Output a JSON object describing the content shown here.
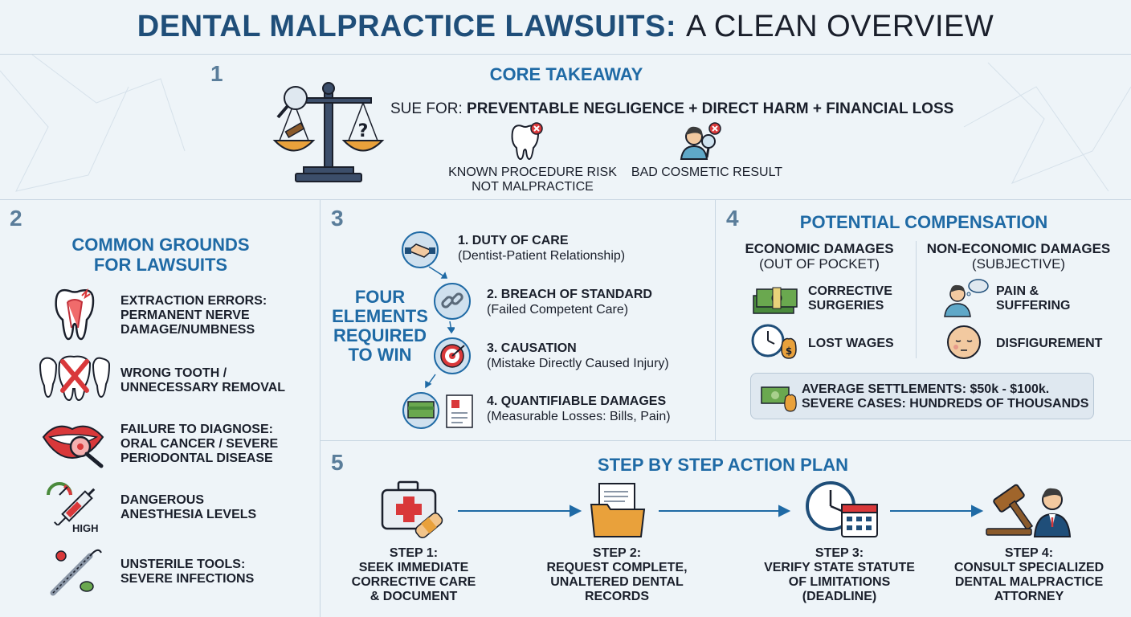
{
  "title": {
    "main": "DENTAL MALPRACTICE LAWSUITS:",
    "sub": "A CLEAN OVERVIEW"
  },
  "section1": {
    "number": "1",
    "heading": "CORE TAKEAWAY",
    "sue_prefix": "SUE FOR:",
    "sue_bold": "PREVENTABLE NEGLIGENCE + DIRECT HARM + FINANCIAL LOSS",
    "exclusion1_line1": "KNOWN PROCEDURE RISK",
    "exclusion1_line2": "NOT MALPRACTICE",
    "exclusion2": "BAD COSMETIC RESULT"
  },
  "section2": {
    "number": "2",
    "heading_line1": "COMMON GROUNDS",
    "heading_line2": "FOR LAWSUITS",
    "items": [
      {
        "line1": "EXTRACTION ERRORS:",
        "line2": "PERMANENT NERVE",
        "line3": "DAMAGE/NUMBNESS"
      },
      {
        "line1": "WRONG TOOTH /",
        "line2": "UNNECESSARY REMOVAL",
        "line3": ""
      },
      {
        "line1": "FAILURE TO DIAGNOSE:",
        "line2": "ORAL CANCER / SEVERE",
        "line3": "PERIODONTAL DISEASE"
      },
      {
        "line1": "DANGEROUS",
        "line2": "ANESTHESIA LEVELS",
        "line3": ""
      },
      {
        "line1": "UNSTERILE TOOLS:",
        "line2": "SEVERE INFECTIONS",
        "line3": ""
      }
    ],
    "gauge_label": "HIGH"
  },
  "section3": {
    "number": "3",
    "heading_lines": [
      "FOUR",
      "ELEMENTS",
      "REQUIRED",
      "TO WIN"
    ],
    "elements": [
      {
        "title": "1. DUTY OF CARE",
        "sub": "(Dentist-Patient Relationship)"
      },
      {
        "title": "2. BREACH OF STANDARD",
        "sub": "(Failed Competent Care)"
      },
      {
        "title": "3. CAUSATION",
        "sub": "(Mistake Directly Caused Injury)"
      },
      {
        "title": "4. QUANTIFIABLE DAMAGES",
        "sub": "(Measurable Losses: Bills, Pain)"
      }
    ]
  },
  "section4": {
    "number": "4",
    "heading": "POTENTIAL COMPENSATION",
    "economic": {
      "title": "ECONOMIC DAMAGES",
      "sub": "(OUT OF POCKET)",
      "items": [
        {
          "line1": "CORRECTIVE",
          "line2": "SURGERIES"
        },
        {
          "line1": "LOST WAGES",
          "line2": ""
        }
      ]
    },
    "non_economic": {
      "title": "NON-ECONOMIC DAMAGES",
      "sub": "(SUBJECTIVE)",
      "items": [
        {
          "line1": "PAIN &",
          "line2": "SUFFERING"
        },
        {
          "line1": "DISFIGUREMENT",
          "line2": ""
        }
      ]
    },
    "settlement_line1": "AVERAGE SETTLEMENTS: $50k - $100k.",
    "settlement_line2": "SEVERE CASES: HUNDREDS OF THOUSANDS"
  },
  "section5": {
    "number": "5",
    "heading": "STEP BY STEP ACTION PLAN",
    "steps": [
      {
        "line1": "STEP 1:",
        "line2": "SEEK IMMEDIATE",
        "line3": "CORRECTIVE CARE",
        "line4": "& DOCUMENT"
      },
      {
        "line1": "STEP 2:",
        "line2": "REQUEST COMPLETE,",
        "line3": "UNALTERED DENTAL",
        "line4": "RECORDS"
      },
      {
        "line1": "STEP 3:",
        "line2": "VERIFY STATE STATUTE",
        "line3": "OF LIMITATIONS",
        "line4": "(DEADLINE)"
      },
      {
        "line1": "STEP 4:",
        "line2": "CONSULT SPECIALIZED",
        "line3": "DENTAL MALPRACTICE",
        "line4": "ATTORNEY"
      }
    ]
  },
  "colors": {
    "heading_blue": "#1f6aa5",
    "title_navy": "#1f4e79",
    "number_gray": "#5a7d9a",
    "alert_red": "#d9383a",
    "money_green": "#4a8a3c"
  }
}
